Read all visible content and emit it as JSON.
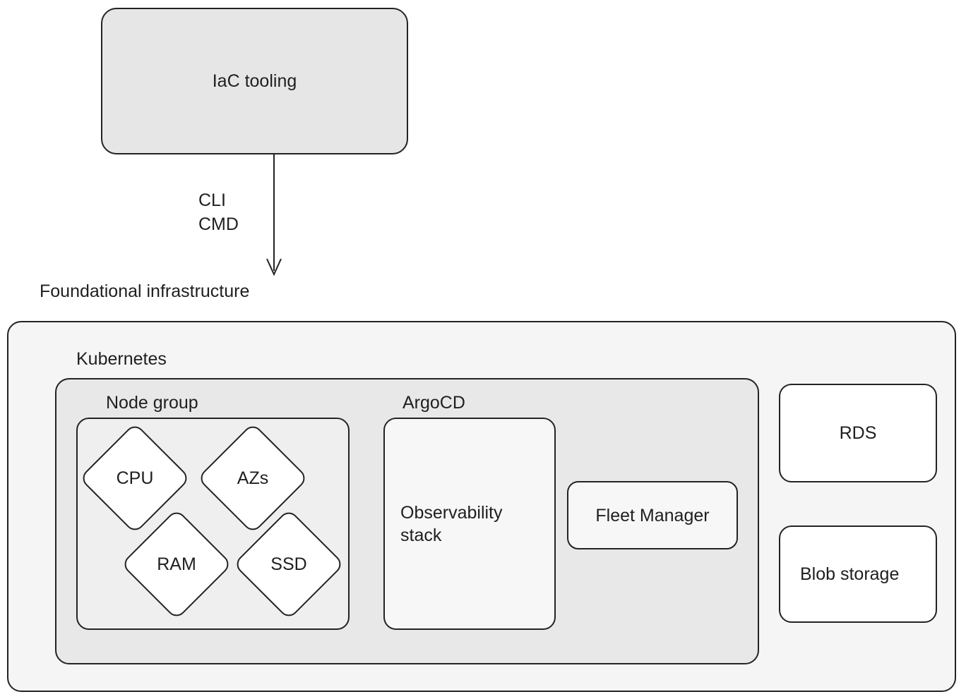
{
  "diagram": {
    "title_node": {
      "label": "IaC tooling"
    },
    "edge": {
      "label": "CLI\nCMD",
      "arrow_icon": "down-arrow-icon"
    },
    "captions": {
      "foundational": "Foundational infrastructure",
      "kubernetes": "Kubernetes",
      "node_group": "Node group",
      "argocd": "ArgoCD"
    },
    "node_group_items": [
      {
        "id": "cpu",
        "label": "CPU",
        "shape": "diamond"
      },
      {
        "id": "azs",
        "label": "AZs",
        "shape": "diamond"
      },
      {
        "id": "ram",
        "label": "RAM",
        "shape": "diamond"
      },
      {
        "id": "ssd",
        "label": "SSD",
        "shape": "diamond"
      }
    ],
    "argocd_items": [
      {
        "id": "observability",
        "label": "Observability stack",
        "shape": "rounded-rect"
      },
      {
        "id": "fleet_manager",
        "label": "Fleet Manager",
        "shape": "rounded-rect"
      }
    ],
    "managed_services": [
      {
        "id": "rds",
        "label": "RDS",
        "shape": "rounded-rect"
      },
      {
        "id": "blob_storage",
        "label": "Blob storage",
        "shape": "rounded-rect"
      }
    ],
    "colors": {
      "stroke": "#232323",
      "text": "#1f1f1f",
      "page_background": "#ffffff",
      "iac_fill": "#e6e6e6",
      "foundational_fill": "#f5f5f5",
      "kubernetes_fill": "#e8e8e8",
      "node_group_fill": "#efefef",
      "soft_white_fill": "#f7f7f7",
      "white_fill": "#ffffff"
    }
  }
}
